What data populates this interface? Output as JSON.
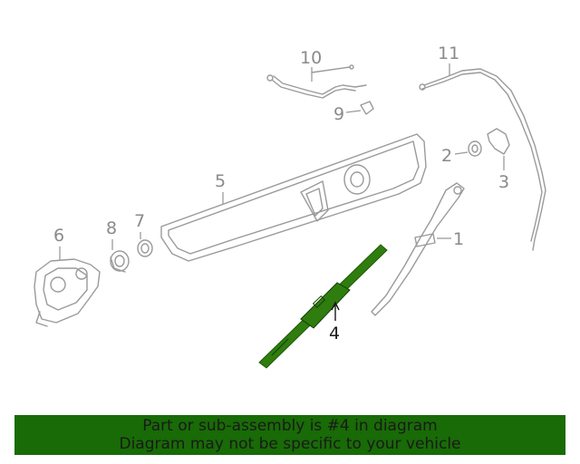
{
  "callouts": {
    "c1": "1",
    "c2": "2",
    "c3": "3",
    "c4": "4",
    "c5": "5",
    "c6": "6",
    "c7": "7",
    "c8": "8",
    "c9": "9",
    "c10": "10",
    "c11": "11"
  },
  "highlight_part": "4",
  "colors": {
    "highlight": "#2e7d0e",
    "banner_bg": "#186b06",
    "outline": "#9a9a9a"
  },
  "banner": {
    "line1": "Part or sub-assembly is #4 in diagram",
    "line2": "Diagram may not be specific to your vehicle"
  }
}
